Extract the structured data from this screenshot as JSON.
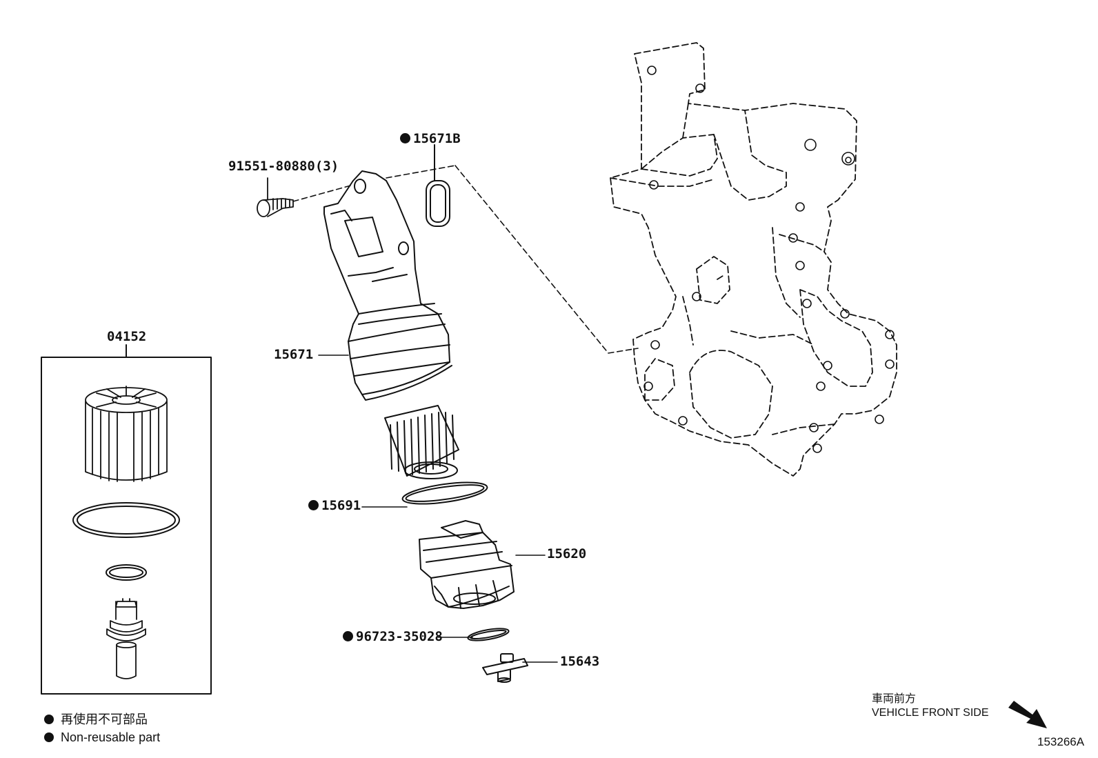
{
  "parts": {
    "bolt": "91551-80880(3)",
    "gasket_top": "15671B",
    "bracket": "15671",
    "kit_box": "04152",
    "o_ring_large": "15691",
    "cap": "15620",
    "o_ring_small": "96723-35028",
    "drain_plug": "15643"
  },
  "legend": {
    "jp": "再使用不可部品",
    "en": "Non-reusable part"
  },
  "orientation": {
    "jp": "車両前方",
    "en": "VEHICLE FRONT SIDE"
  },
  "diagram_code": "153266A",
  "colors": {
    "ink": "#111111",
    "paper": "#ffffff"
  }
}
